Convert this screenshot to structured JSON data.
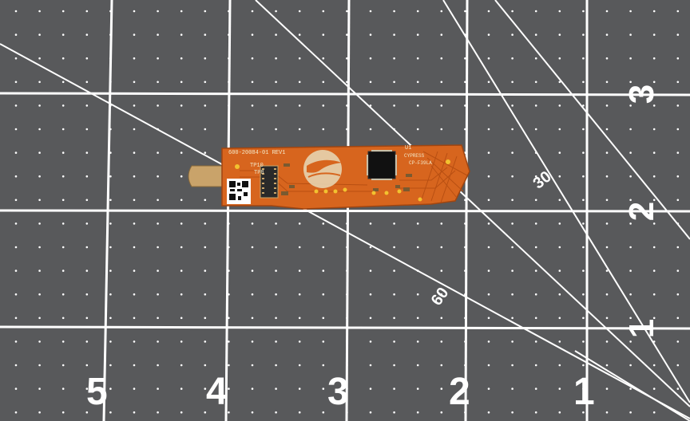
{
  "mat": {
    "background_color": "#58595b",
    "line_color": "#ffffff",
    "dot_color": "#ffffff",
    "bottom_numbers": [
      "5",
      "4",
      "3",
      "2",
      "1"
    ],
    "side_numbers": [
      "3",
      "2",
      "1"
    ],
    "angle_labels": [
      "30",
      "60"
    ]
  },
  "board": {
    "substrate_color": "#d7651e",
    "part_number": "600-20084-01 REV1",
    "test_points": [
      "TP10",
      "TP8"
    ],
    "chip_label": "U1",
    "logo_text": "CYPRESS",
    "chip_part": "CP-F39LA"
  }
}
